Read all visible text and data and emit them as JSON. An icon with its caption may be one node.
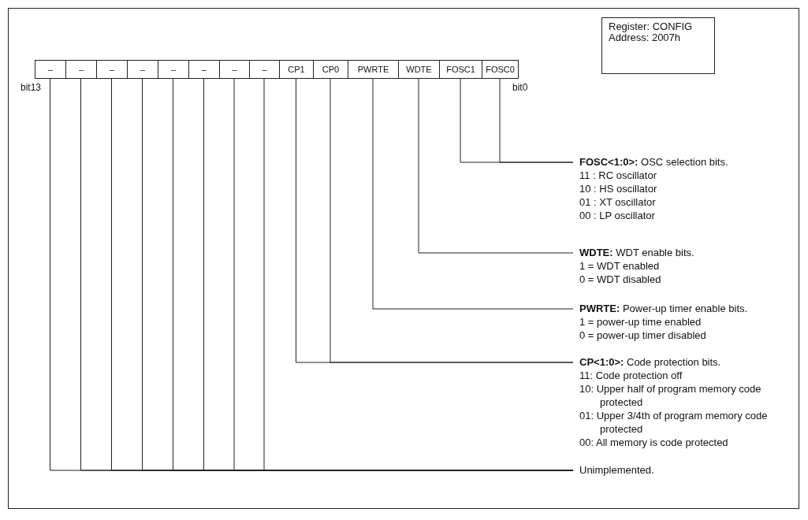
{
  "diagram": {
    "nodes": [
      {
        "text": [
          "Register: CONFIG",
          "Address: 2007h"
        ]
      },
      {
        "text": [
          "–"
        ]
      },
      {
        "text": [
          "–"
        ]
      },
      {
        "text": [
          "–"
        ]
      },
      {
        "text": [
          "–"
        ]
      },
      {
        "text": [
          "–"
        ]
      },
      {
        "text": [
          "–"
        ]
      },
      {
        "text": [
          "–"
        ]
      },
      {
        "text": [
          "–"
        ]
      },
      {
        "text": [
          "CP1"
        ]
      },
      {
        "text": [
          "CP0"
        ]
      },
      {
        "text": [
          "PWRTE"
        ]
      },
      {
        "text": [
          "WDTE"
        ]
      },
      {
        "text": [
          "FOSC1"
        ]
      },
      {
        "text": [
          "FOSC0"
        ]
      },
      {
        "text": [
          "**FOSC<1:0>:** OSC selection bits.",
          "11 : RC oscillator",
          "10 : HS oscillator",
          "01 : XT oscillator",
          "00 : LP oscillator"
        ]
      },
      {
        "text": [
          "**WDTE:** WDT enable bits.",
          "1 = WDT enabled",
          "0 = WDT disabled"
        ]
      },
      {
        "text": [
          "**PWRTE:** Power-up timer enable bits.",
          "1 = power-up time enabled",
          "0 = power-up timer disabled"
        ]
      },
      {
        "text": [
          "**CP<1:0>:** Code protection bits.",
          "11: Code protection off",
          "10: Upper half of program memory code protected",
          "01: Upper 3/4th of program memory code protected",
          "00: All memory is code protected"
        ]
      },
      {
        "text": [
          "Unimplemented."
        ]
      }
    ],
    "edges": [
      {
        "from": 13,
        "to": 15,
        "arrow": "none"
      },
      {
        "from": 14,
        "to": 15,
        "arrow": "none"
      },
      {
        "from": 12,
        "to": 16,
        "arrow": "none"
      },
      {
        "from": 11,
        "to": 17,
        "arrow": "none"
      },
      {
        "from": 9,
        "to": 18,
        "arrow": "none"
      },
      {
        "from": 10,
        "to": 18,
        "arrow": "none"
      },
      {
        "from": 1,
        "to": 19,
        "arrow": "none"
      },
      {
        "from": 2,
        "to": 19,
        "arrow": "none"
      },
      {
        "from": 3,
        "to": 19,
        "arrow": "none"
      },
      {
        "from": 4,
        "to": 19,
        "arrow": "none"
      },
      {
        "from": 5,
        "to": 19,
        "arrow": "none"
      },
      {
        "from": 6,
        "to": 19,
        "arrow": "none"
      },
      {
        "from": 7,
        "to": 19,
        "arrow": "none"
      },
      {
        "from": 8,
        "to": 19,
        "arrow": "none"
      }
    ],
    "labels": [
      "bit13",
      "bit0"
    ]
  }
}
